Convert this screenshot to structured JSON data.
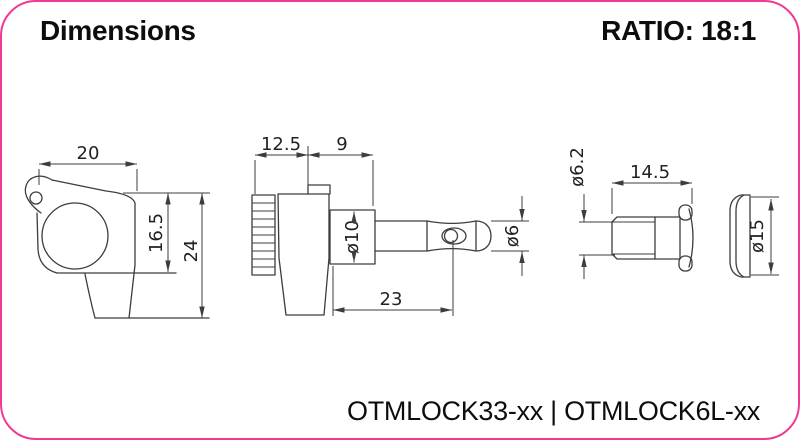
{
  "header": {
    "title": "Dimensions",
    "ratio": "RATIO: 18:1"
  },
  "footer": {
    "model_codes": "OTMLOCK33-xx | OTMLOCK6L-xx"
  },
  "colors": {
    "card_border": "#ee3a94",
    "drawing_line": "#3d3d3d",
    "background": "#ffffff",
    "text": "#0d0d0d"
  },
  "drawing": {
    "front_view": {
      "width": "20",
      "upper_height": "16.5",
      "total_height": "24"
    },
    "side_view": {
      "knob_length": "12.5",
      "housing_length": "9",
      "post_base_diameter": "ø10",
      "post_length": "23",
      "post_diameter": "ø6"
    },
    "bushing_view": {
      "bore_diameter": "ø6.2",
      "length": "14.5"
    },
    "washer_view": {
      "diameter": "ø15"
    }
  }
}
